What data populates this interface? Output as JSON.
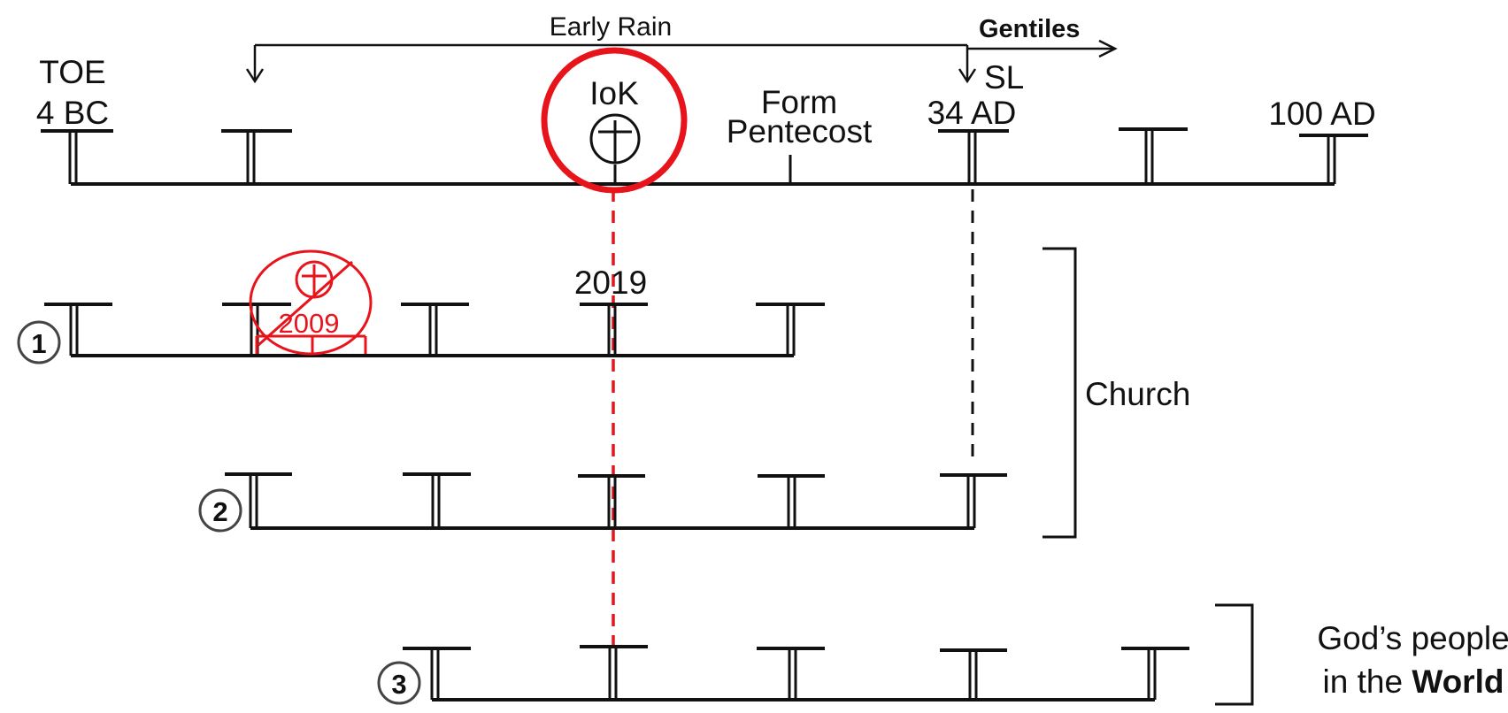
{
  "top": {
    "early_rain": "Early Rain",
    "gentiles": "Gentiles",
    "toe": "TOE",
    "bc4": "4 BC",
    "iok": "IoK",
    "form": "Form",
    "pentecost": "Pentecost",
    "sl": "SL",
    "ad34": "34 AD",
    "ad100": "100 AD"
  },
  "lines": {
    "line1_number": "1",
    "line1_year_struck": "2009",
    "line1_year": "2019",
    "line2_number": "2",
    "line3_number": "3"
  },
  "groups": {
    "church": "Church",
    "gods_people": "God’s people",
    "in_the": "in the",
    "world": "World"
  },
  "colors": {
    "ink": "#111111",
    "highlight": "#e8141c"
  }
}
